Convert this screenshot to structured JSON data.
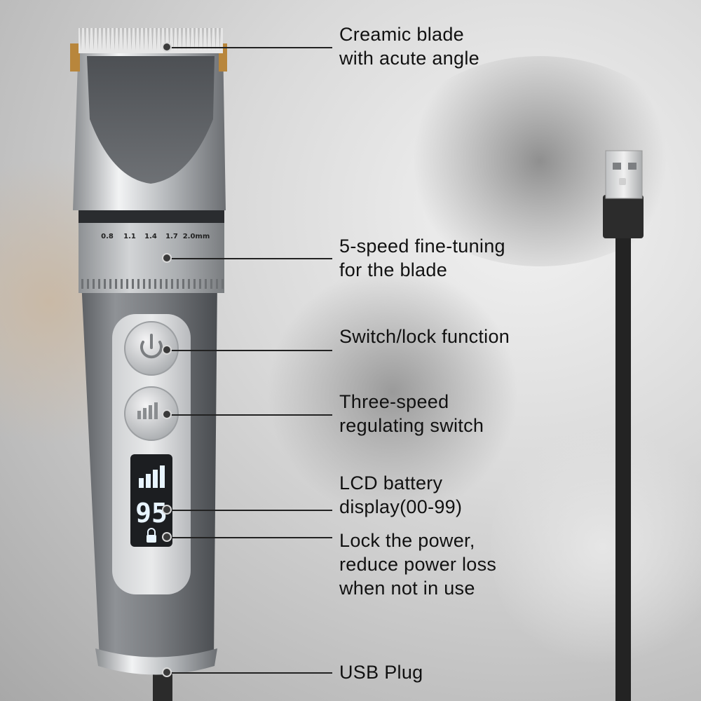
{
  "callouts": [
    {
      "id": "blade",
      "text": "Creamic blade\nwith acute angle"
    },
    {
      "id": "tuning",
      "text": "5-speed fine-tuning\nfor the blade"
    },
    {
      "id": "switch",
      "text": "Switch/lock function"
    },
    {
      "id": "speed",
      "text": "Three-speed\nregulating switch"
    },
    {
      "id": "lcd",
      "text": "LCD battery\ndisplay(00-99)"
    },
    {
      "id": "lock",
      "text": "Lock the power,\nreduce power loss\nwhen not in use"
    },
    {
      "id": "usb",
      "text": "USB Plug"
    }
  ],
  "dial_marks": [
    "0.8",
    "1.1",
    "1.4",
    "1.7",
    "2.0mm"
  ],
  "lcd": {
    "reading": "95",
    "battery_fraction": 0.95
  },
  "colors": {
    "body": "#7d7f82",
    "body_dark": "#505357",
    "chrome": "#d7d9db",
    "blade": "#e6e6e6",
    "cable": "#2b2b2b",
    "lcd_text": "#e8f4ff"
  }
}
